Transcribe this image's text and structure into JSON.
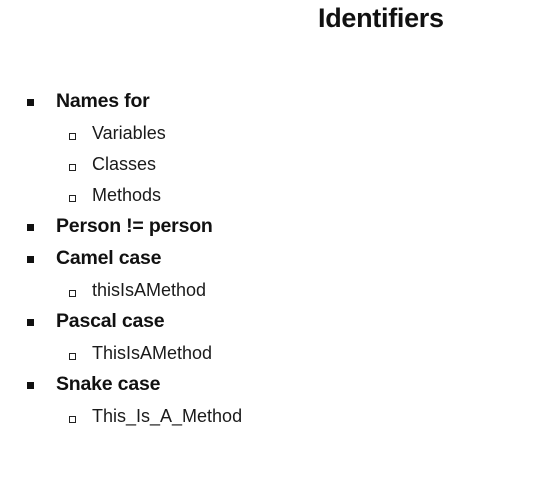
{
  "title": "Identifiers",
  "items": [
    {
      "label": "Names for",
      "children": [
        "Variables",
        "Classes",
        "Methods"
      ]
    },
    {
      "label": "Person != person",
      "children": []
    },
    {
      "label": "Camel case",
      "children": [
        "thisIsAMethod"
      ]
    },
    {
      "label": "Pascal case",
      "children": [
        "ThisIsAMethod"
      ]
    },
    {
      "label": "Snake case",
      "children": [
        "This_Is_A_Method"
      ]
    }
  ]
}
